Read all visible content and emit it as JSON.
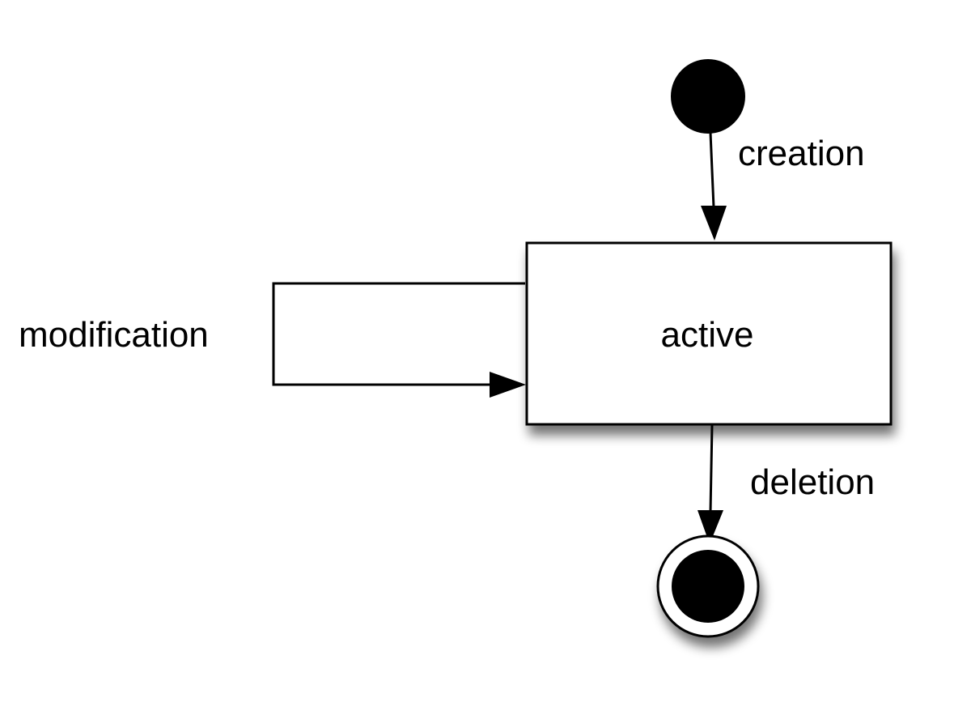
{
  "diagram": {
    "states": {
      "active": {
        "label": "active"
      }
    },
    "transitions": {
      "creation": {
        "label": "creation",
        "from": "initial-state",
        "to": "active"
      },
      "modification": {
        "label": "modification",
        "from": "active",
        "to": "active"
      },
      "deletion": {
        "label": "deletion",
        "from": "active",
        "to": "final-state"
      }
    },
    "pseudostates": {
      "initial": "initial-state",
      "final": "final-state"
    }
  },
  "colors": {
    "ink": "#000000",
    "background": "#ffffff"
  }
}
